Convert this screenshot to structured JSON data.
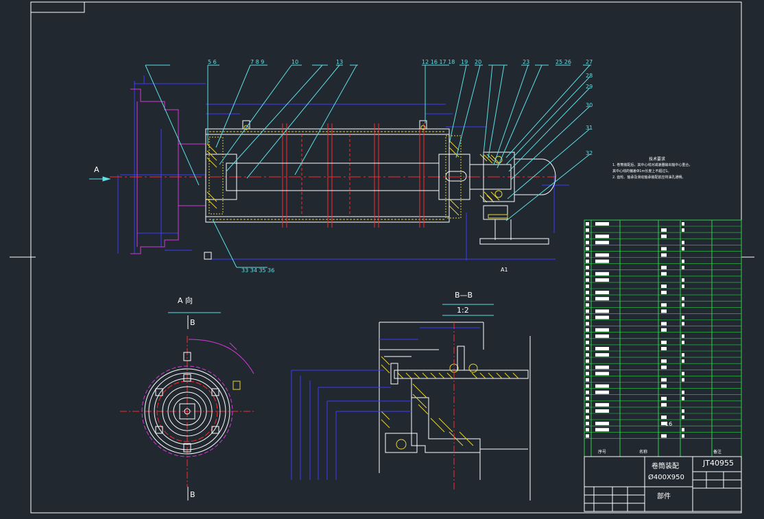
{
  "title_block": {
    "drawing_number": "JT40955",
    "name_line1": "卷筒装配",
    "name_line2": "Ø400X950",
    "part_type": "部件"
  },
  "views": {
    "a_view_title": "A 向",
    "bb_title": "B—B",
    "bb_scale": "1:2",
    "section_mark_b_top": "B",
    "section_mark_b_bottom": "B",
    "arrow_a_label": "A",
    "a1_label": "A1"
  },
  "balloons": {
    "top": [
      "5  6",
      "7  8  9",
      "10",
      "13",
      "12  16  17  18",
      "19",
      "20",
      "23",
      "25  26",
      "27",
      "28",
      "29",
      "30",
      "31",
      "32"
    ],
    "bottom": "33  34  35  36"
  },
  "technical_requirements": {
    "heading": "技术要求",
    "items": [
      "1. 卷筒装配后，其中心线对减速器输出轴中心重合，",
      "其中心线的偏差Ф1m长度上不超过1。",
      "2. 齿轮、轴承及滑动轴承装配前应将油孔通畅。"
    ]
  },
  "bom_visible": {
    "qty_16": "16",
    "footer_left": "序号",
    "footer_mid": "名称",
    "footer_right": "备注"
  },
  "colors": {
    "background": "#212830",
    "outline": "#ffffff",
    "leader": "#5de0e6",
    "dimension": "#3a3dff",
    "centerline": "#ff2a2a",
    "hatch": "#e8d33a",
    "flange": "#d838d8",
    "bom_grid": "#2fd14a"
  }
}
